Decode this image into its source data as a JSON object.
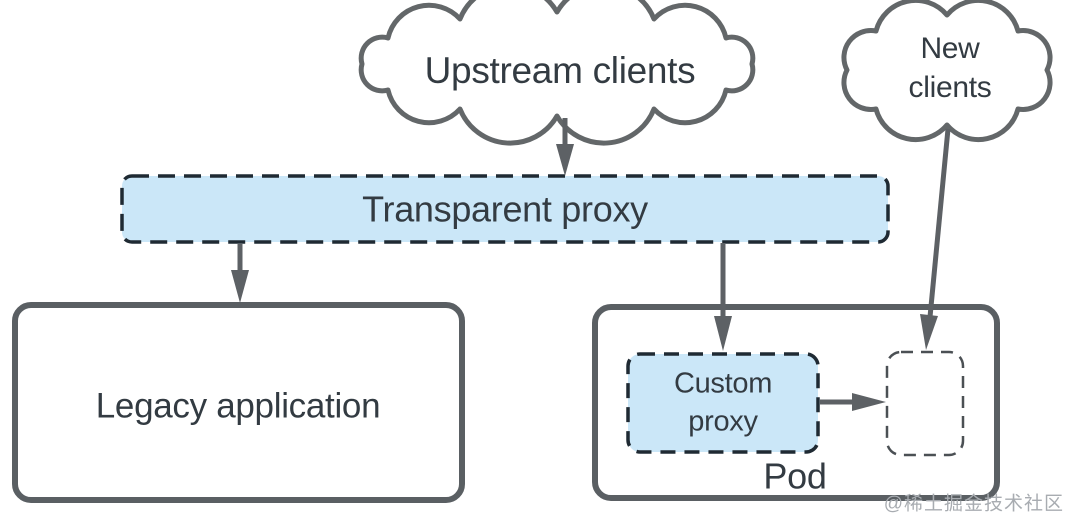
{
  "diagram": {
    "nodes": {
      "upstream_clients": {
        "label": "Upstream clients",
        "type": "cloud"
      },
      "new_clients": {
        "label": "New clients",
        "type": "cloud"
      },
      "transparent_proxy": {
        "label": "Transparent proxy",
        "type": "dashed-highlight-box"
      },
      "legacy_application": {
        "label": "Legacy application",
        "type": "solid-box"
      },
      "pod": {
        "label": "Pod",
        "type": "solid-container"
      },
      "custom_proxy": {
        "label": "Custom proxy",
        "type": "dashed-highlight-box"
      },
      "new_container_placeholder": {
        "label": "",
        "type": "empty-dashed-box"
      }
    },
    "edges": [
      {
        "from": "upstream_clients",
        "to": "transparent_proxy"
      },
      {
        "from": "transparent_proxy",
        "to": "legacy_application"
      },
      {
        "from": "transparent_proxy",
        "to": "custom_proxy"
      },
      {
        "from": "new_clients",
        "to": "new_container_placeholder"
      },
      {
        "from": "custom_proxy",
        "to": "new_container_placeholder"
      }
    ],
    "watermark": "@稀土掘金技术社区",
    "colors": {
      "accent_fill": "#cbe7f8",
      "dash_stroke": "#1f2a33",
      "box_stroke": "#5a5f63",
      "arrow": "#5d6165",
      "text": "#333b42",
      "watermark": "#a8acb1"
    }
  }
}
